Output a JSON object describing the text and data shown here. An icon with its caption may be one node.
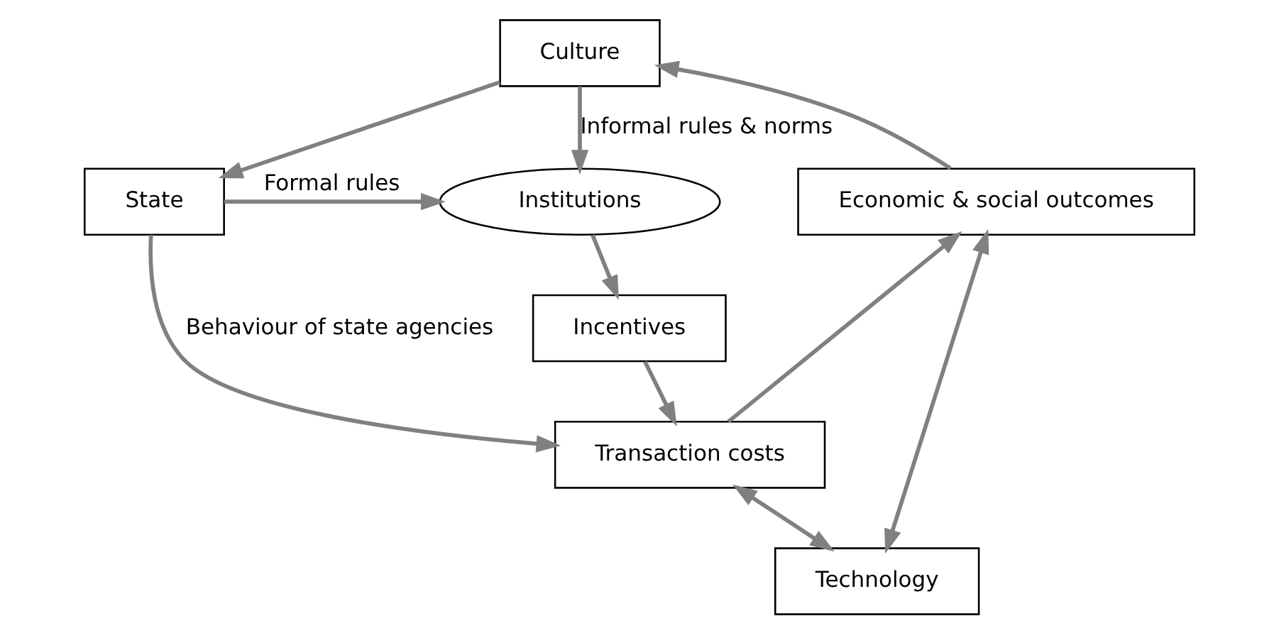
{
  "diagram": {
    "nodes": [
      {
        "text": [
          "Culture"
        ]
      },
      {
        "text": [
          "State"
        ]
      },
      {
        "text": [
          "Institutions"
        ]
      },
      {
        "text": [
          "Economic & social outcomes"
        ]
      },
      {
        "text": [
          "Incentives"
        ]
      },
      {
        "text": [
          "Transaction costs"
        ]
      },
      {
        "text": [
          "Technology"
        ]
      }
    ],
    "edges": [
      {
        "from": 0,
        "to": 1,
        "arrow": "to"
      },
      {
        "from": 1,
        "to": 2,
        "arrow": "to",
        "label": "Formal rules"
      },
      {
        "from": 0,
        "to": 2,
        "arrow": "to",
        "label": "Informal rules & norms"
      },
      {
        "from": 2,
        "to": 4,
        "arrow": "to"
      },
      {
        "from": 4,
        "to": 5,
        "arrow": "to"
      },
      {
        "from": 1,
        "to": 5,
        "arrow": "to",
        "label": "Behaviour of state agencies"
      },
      {
        "from": 5,
        "to": 3,
        "arrow": "to"
      },
      {
        "from": 3,
        "to": 0,
        "arrow": "to"
      },
      {
        "from": 5,
        "to": 6,
        "arrow": "both"
      },
      {
        "from": 6,
        "to": 3,
        "arrow": "both"
      }
    ]
  }
}
